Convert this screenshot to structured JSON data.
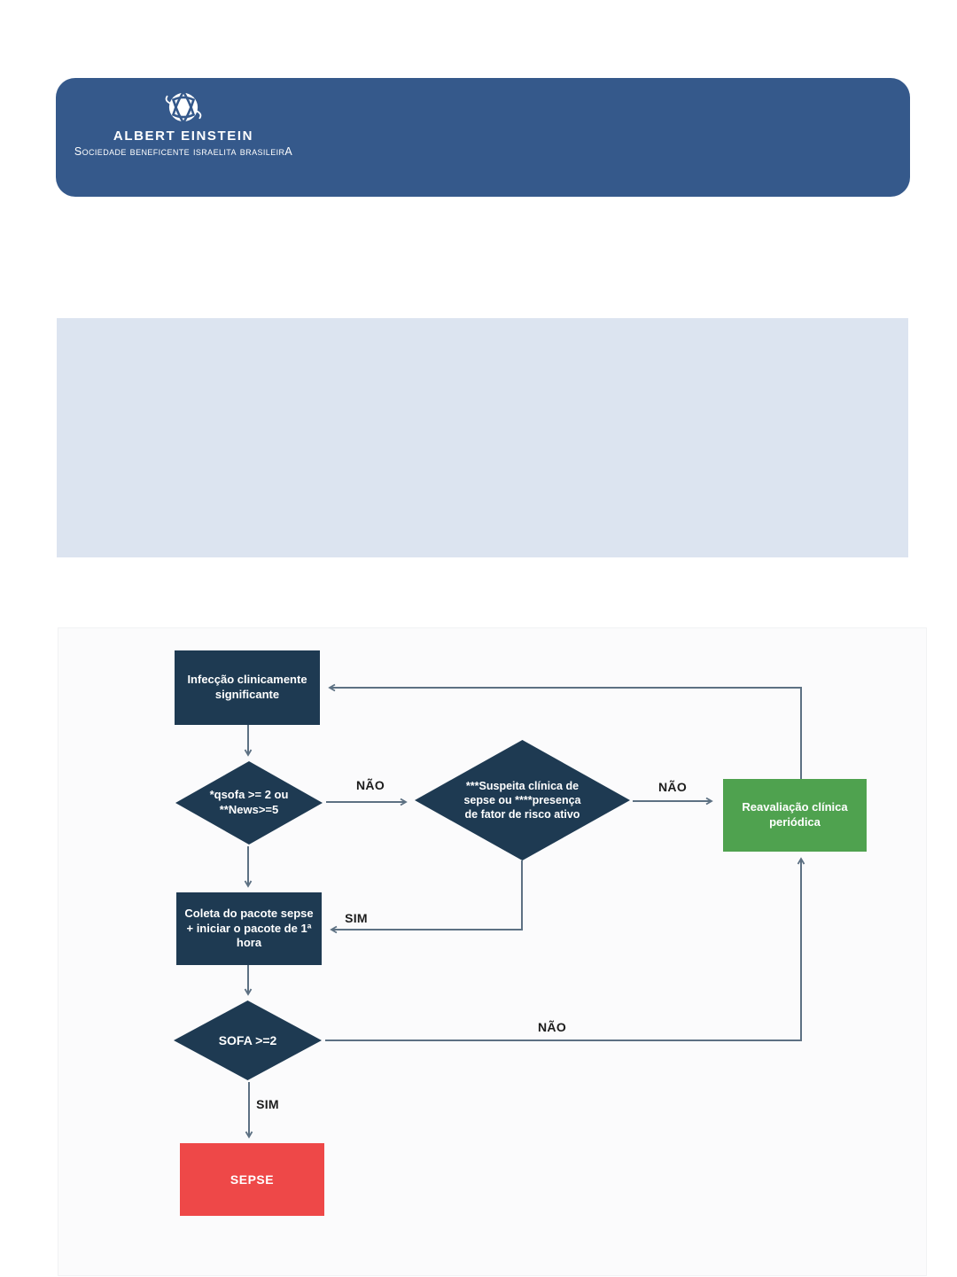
{
  "header": {
    "logo_title": "ALBERT EINSTEIN",
    "logo_subtitle": "Sociedade beneficente israelita brasileirA"
  },
  "flowchart": {
    "nodes": {
      "infeccao": {
        "label": "Infecção clinicamente\nsignificante"
      },
      "qsofa": {
        "label": "*qsofa >= 2 ou\n**News>=5"
      },
      "suspeita": {
        "label": "***Suspeita clínica de\nsepse ou ****presença\nde fator de risco ativo"
      },
      "reavaliacao": {
        "label": "Reavaliação clínica\nperiódica"
      },
      "coleta": {
        "label": "Coleta do pacote sepse\n+ iniciar o pacote de 1ª\nhora"
      },
      "sofa": {
        "label": "SOFA >=2"
      },
      "sepse": {
        "label": "SEPSE"
      }
    },
    "edge_labels": {
      "nao1": "NÃO",
      "nao2": "NÃO",
      "nao3": "NÃO",
      "sim1": "SIM",
      "sim2": "SIM"
    },
    "colors": {
      "node_navy": "#1e3a52",
      "node_green": "#4fa24f",
      "node_red": "#ee4848",
      "arrow": "#5d7183",
      "header_blue": "#35598b",
      "info_panel_blue": "#dce4f0"
    }
  }
}
